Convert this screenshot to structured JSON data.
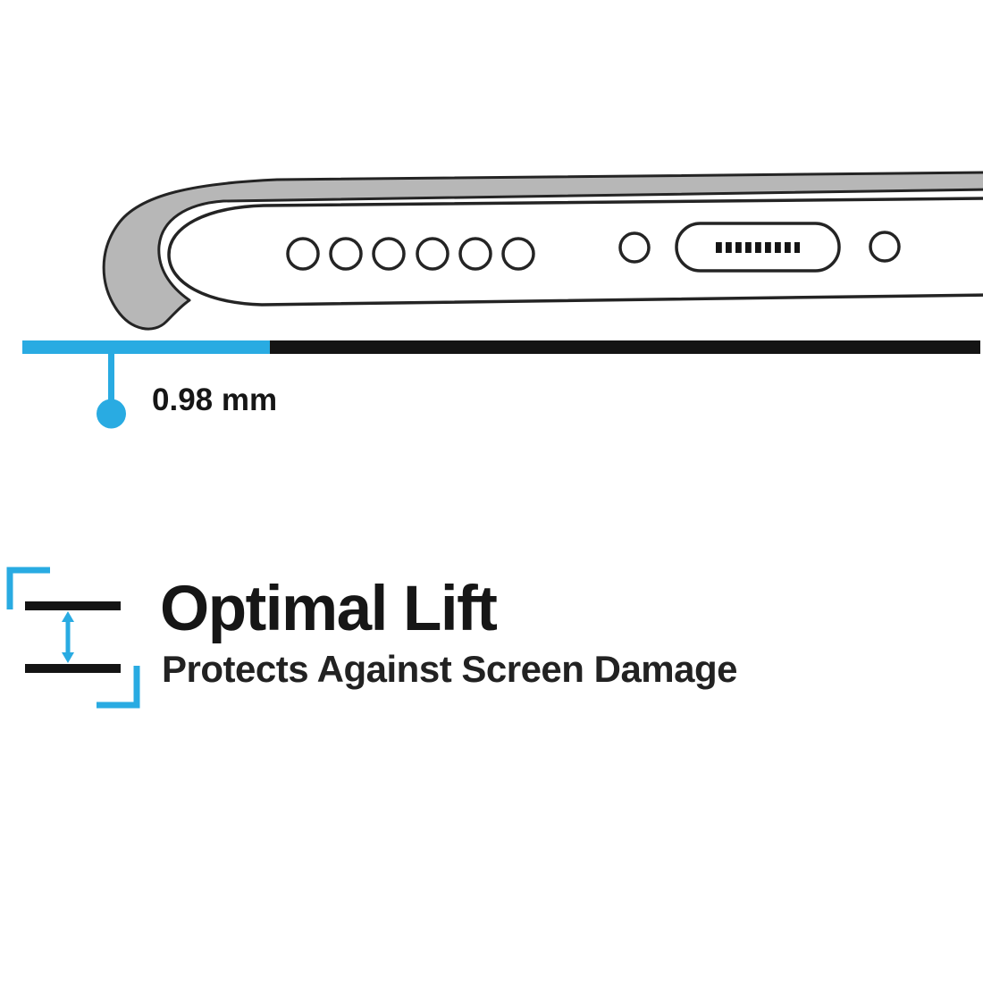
{
  "colors": {
    "accent-cyan": "#29abe2",
    "ink": "#161616",
    "case-gray": "#b7b7b7"
  },
  "hero": {
    "measurement_label": "0.98 mm",
    "speaker_hole_count": 6,
    "parts": [
      "case-lip",
      "phone-body",
      "speaker-holes",
      "microphone-hole",
      "charging-port",
      "screw-hole",
      "thickness-bar"
    ]
  },
  "feature": {
    "title": "Optimal Lift",
    "subtitle": "Protects Against Screen Damage"
  }
}
